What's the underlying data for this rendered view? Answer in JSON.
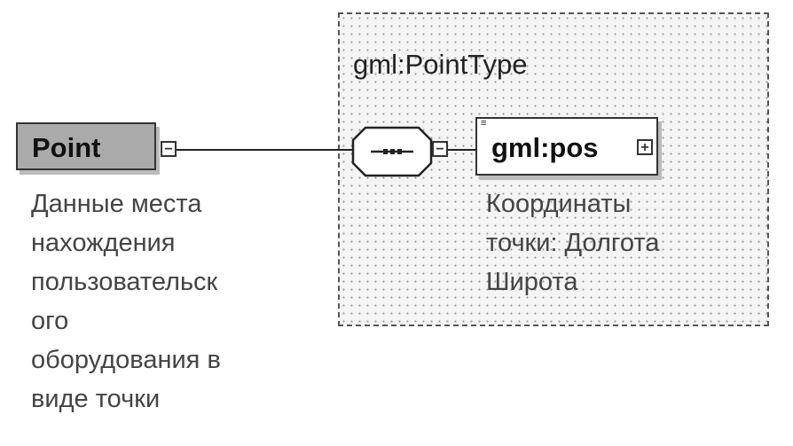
{
  "type_box": {
    "title": "gml:PointType"
  },
  "point": {
    "label": "Point",
    "toggle": "−",
    "description": [
      "Данные места",
      "нахождения",
      "пользовательск",
      "ого",
      "оборудования в",
      "виде точки"
    ]
  },
  "sequence": {
    "toggle": "−"
  },
  "pos": {
    "label": "gml:pos",
    "toggle": "+",
    "description": [
      "Координаты",
      "точки: Долгота",
      "Широта"
    ]
  }
}
